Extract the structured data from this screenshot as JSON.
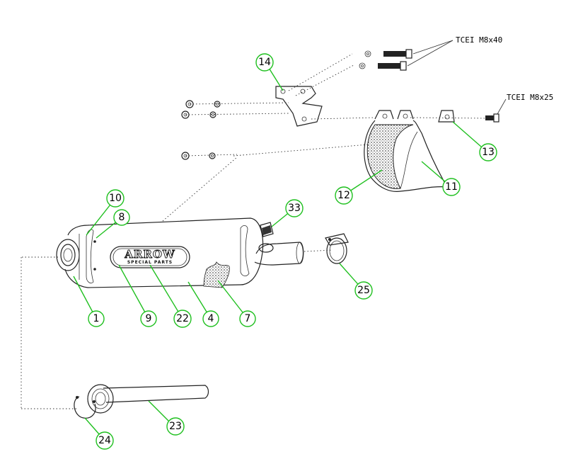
{
  "diagram": {
    "callouts": [
      {
        "id": "1",
        "text": "1"
      },
      {
        "id": "4",
        "text": "4"
      },
      {
        "id": "7",
        "text": "7"
      },
      {
        "id": "8",
        "text": "8"
      },
      {
        "id": "9",
        "text": "9"
      },
      {
        "id": "10",
        "text": "10"
      },
      {
        "id": "11",
        "text": "11"
      },
      {
        "id": "12",
        "text": "12"
      },
      {
        "id": "13",
        "text": "13"
      },
      {
        "id": "14",
        "text": "14"
      },
      {
        "id": "22",
        "text": "22"
      },
      {
        "id": "23",
        "text": "23"
      },
      {
        "id": "24",
        "text": "24"
      },
      {
        "id": "25",
        "text": "25"
      },
      {
        "id": "33",
        "text": "33"
      }
    ],
    "screw_labels": {
      "long_screws": "TCEI M8x40",
      "short_screw": "TCEI M8x25"
    },
    "logo": {
      "brand": "ARROW",
      "tagline": "SPECIAL PARTS"
    },
    "colors": {
      "callout": "#20c020",
      "line": "#222222"
    }
  }
}
